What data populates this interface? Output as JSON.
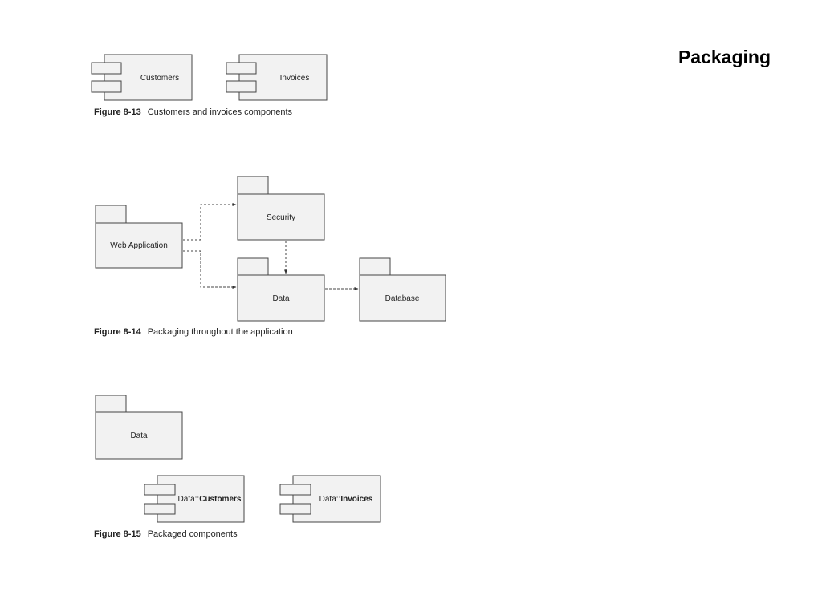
{
  "slide": {
    "title": "Packaging"
  },
  "figure_8_13": {
    "components": {
      "customers": "Customers",
      "invoices": "Invoices"
    },
    "caption": {
      "number": "Figure 8-13",
      "text": "Customers and invoices components"
    }
  },
  "figure_8_14": {
    "packages": {
      "web_application": "Web Application",
      "security": "Security",
      "data": "Data",
      "database": "Database"
    },
    "caption": {
      "number": "Figure 8-14",
      "text": "Packaging throughout the application"
    }
  },
  "figure_8_15": {
    "package": "Data",
    "components": {
      "customers": {
        "prefix": "Data::",
        "name": "Customers"
      },
      "invoices": {
        "prefix": "Data::",
        "name": "Invoices"
      }
    },
    "caption": {
      "number": "Figure 8-15",
      "text": "Packaged components"
    }
  }
}
